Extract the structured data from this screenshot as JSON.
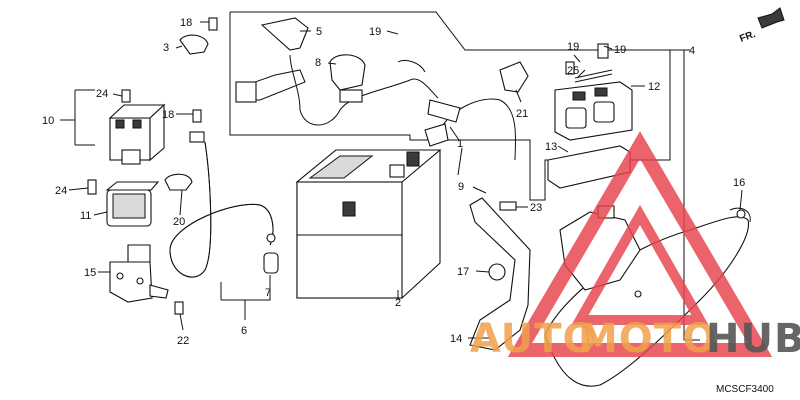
{
  "diagram": {
    "code": "MCSCF3400",
    "direction_label": "FR.",
    "callouts": [
      "1",
      "2",
      "3",
      "4",
      "5",
      "6",
      "7",
      "8",
      "9",
      "10",
      "11",
      "12",
      "13",
      "14",
      "15",
      "16",
      "17",
      "18",
      "18",
      "19",
      "19",
      "19",
      "20",
      "21",
      "22",
      "23",
      "24",
      "24",
      "25"
    ]
  },
  "watermark": {
    "text_part1": "AUTO",
    "text_part2": "MOTO",
    "text_part3": "HUB",
    "colors": {
      "red": "#e8434b",
      "orange": "#f0a04a",
      "gray": "#555555"
    }
  }
}
